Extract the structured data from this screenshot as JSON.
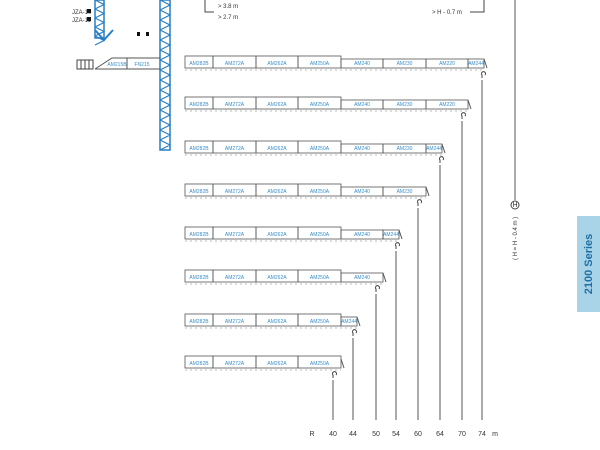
{
  "colors": {
    "accent": "#3a8fc8",
    "tower": "#2a7fc4",
    "tab_bg": "#a9d3e6",
    "line": "#555555"
  },
  "series_tab": "2100 Series",
  "tower": {
    "labels": [
      "JZA-10",
      "JZA-11"
    ],
    "counterjib": [
      "AM215B",
      "FN215"
    ]
  },
  "notes": {
    "top_a": "> 3.8 m",
    "top_b": "> 2.7 m",
    "top_right": "> H - 0.7 m",
    "side": "( H = H - 0.4 m )",
    "circle": "H"
  },
  "jib_configs": [
    {
      "radius": "74",
      "segments": [
        "AM282B",
        "AM272A",
        "AM262A",
        "AM250A",
        "AM240",
        "AM230",
        "AM220",
        "AM244"
      ]
    },
    {
      "radius": "70",
      "segments": [
        "AM282B",
        "AM272A",
        "AM262A",
        "AM250A",
        "AM240",
        "AM230",
        "AM220"
      ]
    },
    {
      "radius": "64",
      "segments": [
        "AM282B",
        "AM272A",
        "AM262A",
        "AM250A",
        "AM240",
        "AM230",
        "AM244"
      ]
    },
    {
      "radius": "60",
      "segments": [
        "AM282B",
        "AM272A",
        "AM262A",
        "AM250A",
        "AM240",
        "AM230"
      ]
    },
    {
      "radius": "54",
      "segments": [
        "AM282B",
        "AM272A",
        "AM262A",
        "AM250A",
        "AM240",
        "AM244"
      ]
    },
    {
      "radius": "50",
      "segments": [
        "AM282B",
        "AM272A",
        "AM262A",
        "AM250A",
        "AM240"
      ]
    },
    {
      "radius": "44",
      "segments": [
        "AM282B",
        "AM272A",
        "AM262A",
        "AM250A",
        "AM244"
      ]
    },
    {
      "radius": "40",
      "segments": [
        "AM282B",
        "AM272A",
        "AM262A",
        "AM250A"
      ]
    }
  ],
  "axis": {
    "label": "R",
    "unit": "m",
    "ticks": [
      "40",
      "44",
      "50",
      "54",
      "60",
      "64",
      "70",
      "74"
    ]
  }
}
